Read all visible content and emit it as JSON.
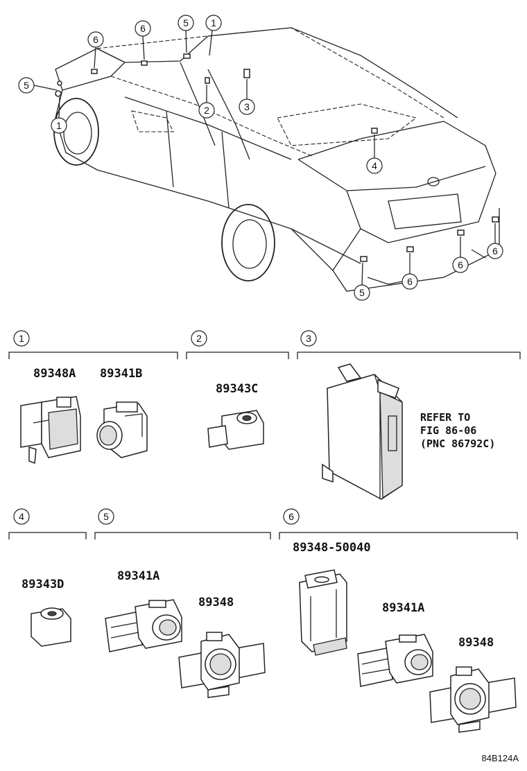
{
  "callouts": {
    "c1": "1",
    "c2": "2",
    "c3": "3",
    "c4": "4",
    "c5": "5",
    "c6": "6"
  },
  "sections": [
    {
      "num": "1",
      "parts": [
        "89348A",
        "89341B"
      ]
    },
    {
      "num": "2",
      "parts": [
        "89343C"
      ]
    },
    {
      "num": "3",
      "refer": [
        "REFER TO",
        "FIG 86-06",
        "(PNC 86792C)"
      ]
    },
    {
      "num": "4",
      "parts": [
        "89343D"
      ]
    },
    {
      "num": "5",
      "parts": [
        "89341A",
        "89348"
      ]
    },
    {
      "num": "6",
      "parts": [
        "89348-50040",
        "89341A",
        "89348"
      ]
    }
  ],
  "figure_code": "84B124A"
}
